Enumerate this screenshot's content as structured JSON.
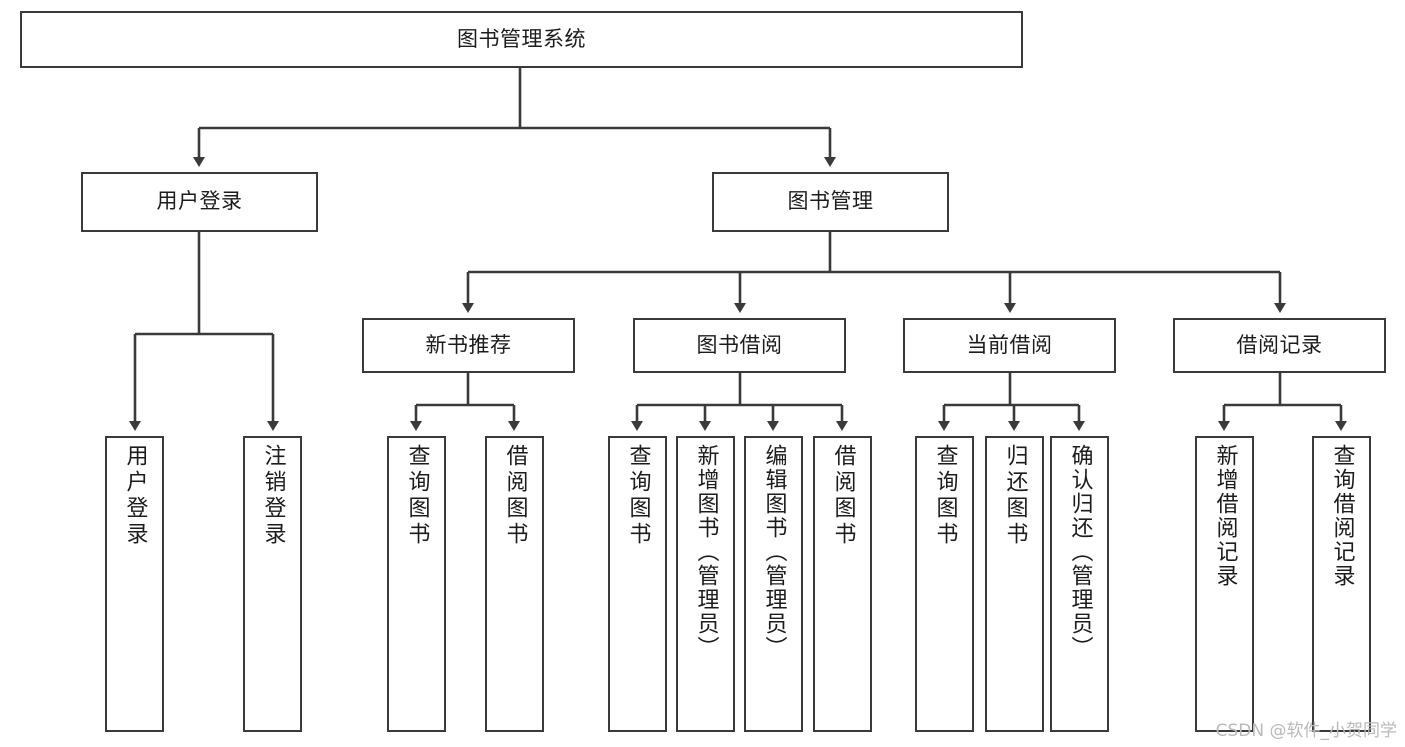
{
  "diagram": {
    "type": "tree-hierarchy",
    "title": "图书管理系统",
    "watermark": "CSDN @软件_小贺同学",
    "colors": {
      "border": "#3a3a3a",
      "background": "#ffffff",
      "text": "#1c1c1c",
      "watermark": "#b9b9b9"
    },
    "nodes": {
      "root": {
        "label": "图书管理系统"
      },
      "level2": [
        {
          "label": "用户登录"
        },
        {
          "label": "图书管理"
        }
      ],
      "level3": [
        {
          "label": "新书推荐"
        },
        {
          "label": "图书借阅"
        },
        {
          "label": "当前借阅"
        },
        {
          "label": "借阅记录"
        }
      ],
      "leaves_user_login": [
        {
          "label": "用户登录"
        },
        {
          "label": "注销登录"
        }
      ],
      "leaves_new_book": [
        {
          "label": "查询图书"
        },
        {
          "label": "借阅图书"
        }
      ],
      "leaves_borrow": [
        {
          "label": "查询图书"
        },
        {
          "label": "新增图书（管理员）"
        },
        {
          "label": "编辑图书（管理员）"
        },
        {
          "label": "借阅图书"
        }
      ],
      "leaves_current": [
        {
          "label": "查询图书"
        },
        {
          "label": "归还图书"
        },
        {
          "label": "确认归还（管理员）"
        }
      ],
      "leaves_record": [
        {
          "label": "新增借阅记录"
        },
        {
          "label": "查询借阅记录"
        }
      ]
    }
  }
}
